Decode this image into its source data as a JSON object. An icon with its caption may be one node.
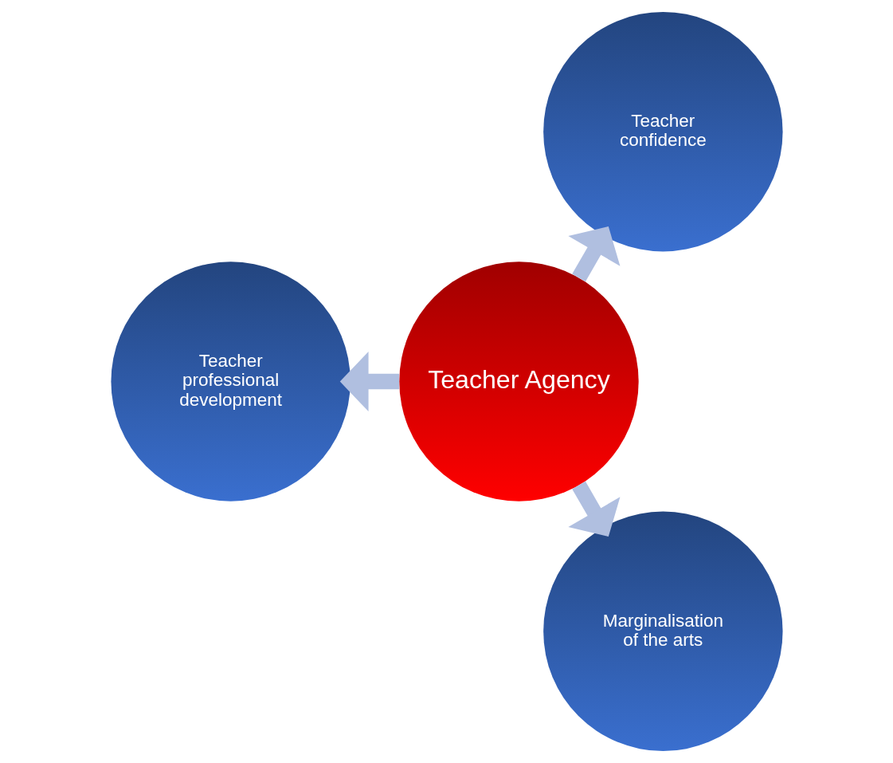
{
  "diagram": {
    "nodes": [
      {
        "text": [
          "Teacher confidence"
        ]
      },
      {
        "text": [
          "Teacher Agency"
        ]
      },
      {
        "text": [
          "Teacher professional development"
        ]
      },
      {
        "text": [
          "Marginalisation of the arts"
        ]
      }
    ],
    "edges": [
      {
        "from": 1,
        "to": 0,
        "arrow": "to"
      },
      {
        "from": 1,
        "to": 2,
        "arrow": "to"
      },
      {
        "from": 1,
        "to": 3,
        "arrow": "to"
      }
    ]
  }
}
